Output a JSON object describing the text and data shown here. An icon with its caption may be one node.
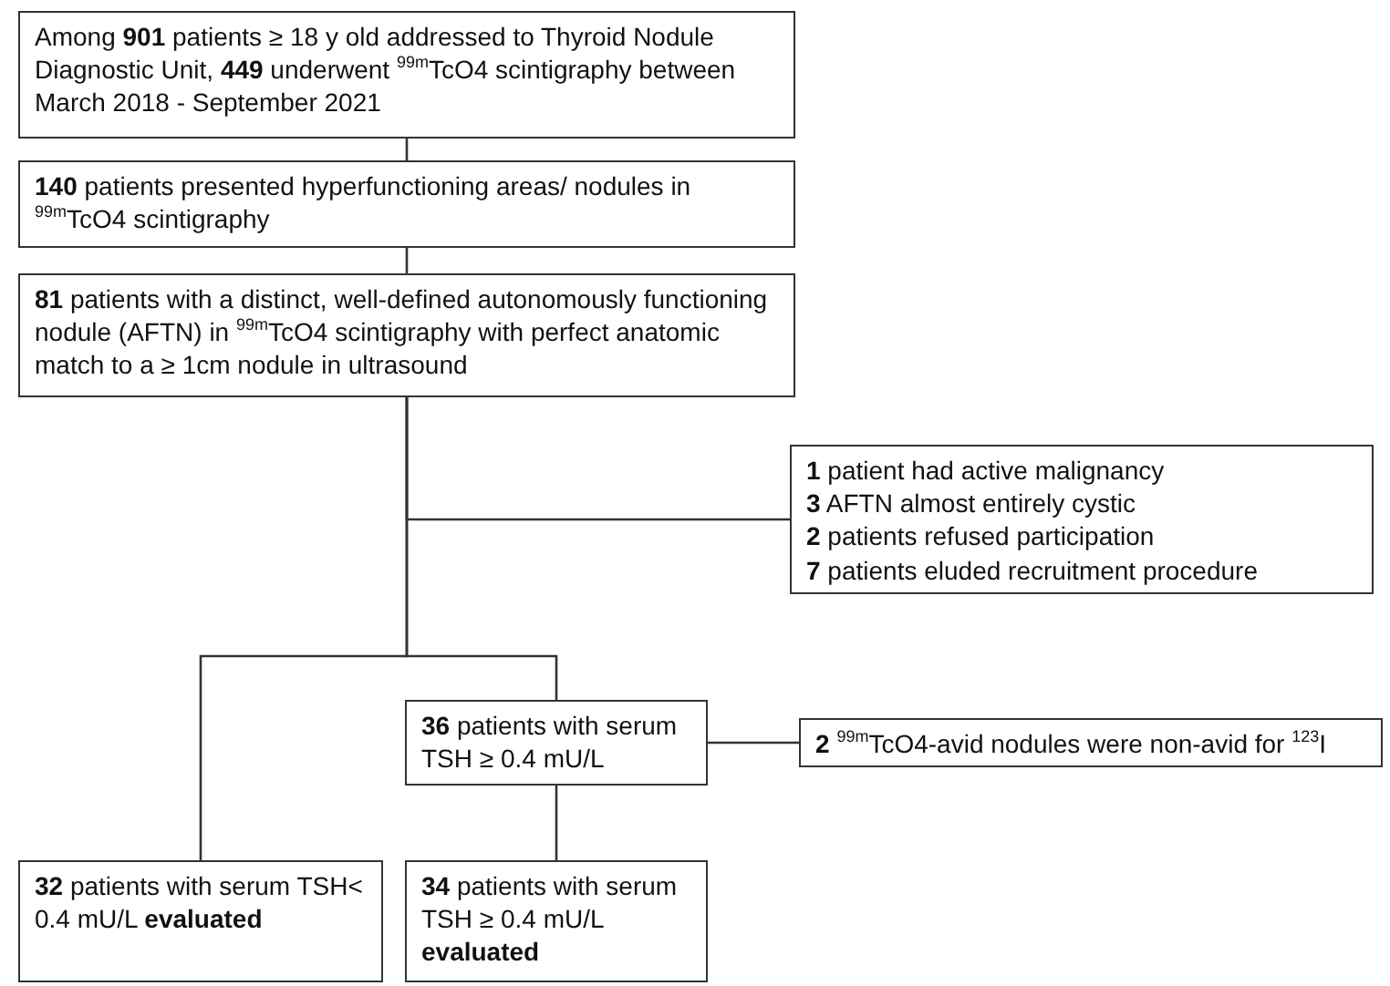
{
  "diagram": {
    "nodes": [
      {
        "text": [
          "Among **901** patients ≥ 18 y old addressed to Thyroid Nodule Diagnostic Unit, **449** underwent $^{99m}$TcO4 scintigraphy between March 2018 - September 2021"
        ]
      },
      {
        "text": [
          "**140** patients presented hyperfunctioning areas/ nodules in $^{99m}$TcO4 scintigraphy"
        ]
      },
      {
        "text": [
          "**81** patients with a distinct, well-defined autonomously functioning nodule (AFTN) in $^{99m}$TcO4 scintigraphy with perfect anatomic match to a ≥ 1cm nodule in ultrasound"
        ]
      },
      {
        "text": [
          "**1** patient had active malignancy",
          "**3** AFTN almost entirely cystic",
          "**2** patients refused participation",
          "**7** patients eluded recruitment procedure"
        ]
      },
      {
        "text": [
          "**36** patients with serum TSH ≥ 0.4 mU/L"
        ]
      },
      {
        "text": [
          "**2** $^{99m}$TcO4-avid nodules were non-avid for $^{123}$I"
        ]
      },
      {
        "text": [
          "**32** patients with serum TSH< 0.4 mU/L **evaluated**"
        ]
      },
      {
        "text": [
          "**34** patients with serum TSH ≥ 0.4 mU/L **evaluated**"
        ]
      }
    ],
    "edges": [
      {
        "from": 0,
        "to": 1,
        "arrow": "none"
      },
      {
        "from": 1,
        "to": 2,
        "arrow": "none"
      },
      {
        "from": 2,
        "to": 3,
        "arrow": "none"
      },
      {
        "from": 2,
        "to": 6,
        "arrow": "none"
      },
      {
        "from": 2,
        "to": 4,
        "arrow": "none"
      },
      {
        "from": 4,
        "to": 5,
        "arrow": "none"
      },
      {
        "from": 4,
        "to": 7,
        "arrow": "none"
      }
    ]
  }
}
